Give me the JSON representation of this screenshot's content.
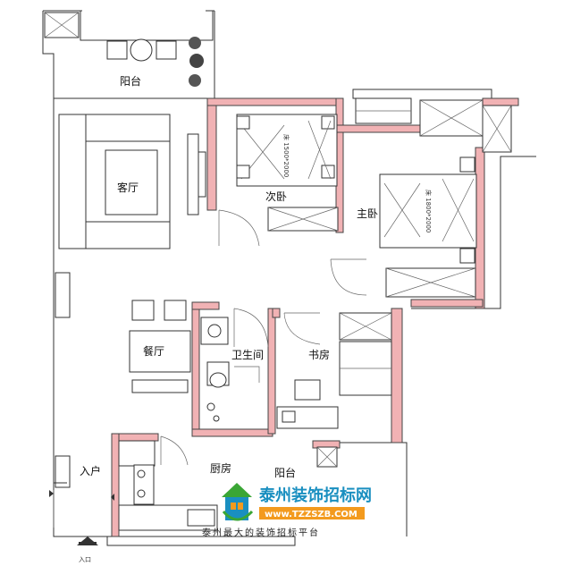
{
  "rooms": {
    "balcony_top": "阳台",
    "living_room": "客厅",
    "second_bedroom": "次卧",
    "master_bedroom": "主卧",
    "dining_room": "餐厅",
    "bathroom": "卫生间",
    "study": "书房",
    "entrance": "入户",
    "kitchen": "厨房",
    "balcony_bottom": "阳台"
  },
  "bed_labels": {
    "second_bedroom": "床 1500*2000",
    "master_bedroom": "床 1800*2000"
  },
  "entrance_marker": "入口",
  "watermark": {
    "title": "泰州装饰招标网",
    "url": "www.TZZSZB.COM",
    "slogan": "泰州最大的装饰招标平台",
    "colors": {
      "blue": "#1a8fc0",
      "orange": "#f39a1e",
      "green": "#3aa635"
    }
  },
  "colors": {
    "wall_fill": "#f1b2b4",
    "line": "#333333"
  }
}
